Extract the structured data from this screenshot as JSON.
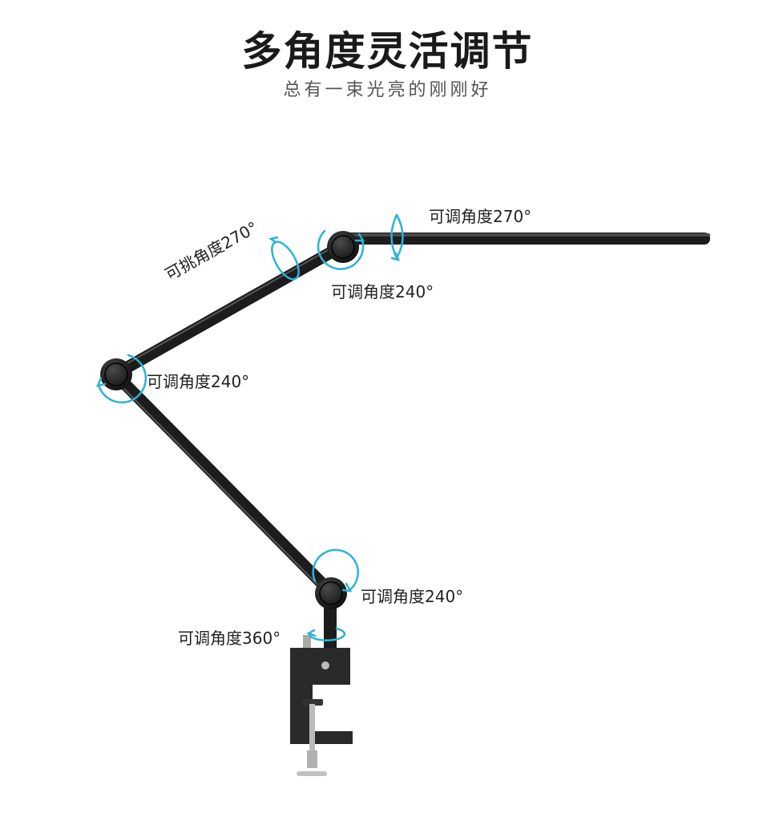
{
  "header": {
    "title": "多角度灵活调节",
    "subtitle": "总有一束光亮的刚刚好"
  },
  "annotations": {
    "head_rotation": "可调角度270°",
    "arm_tilt": "可挑角度270°",
    "upper_joint": "可调角度240°",
    "elbow_joint": "可调角度240°",
    "base_joint": "可调角度240°",
    "base_swivel": "可调角度360°"
  },
  "colors": {
    "accent": "#2ab3d8",
    "metal": "#1e1e1e",
    "clamp": "#2a2a2a",
    "screw": "#b8b8b8"
  }
}
